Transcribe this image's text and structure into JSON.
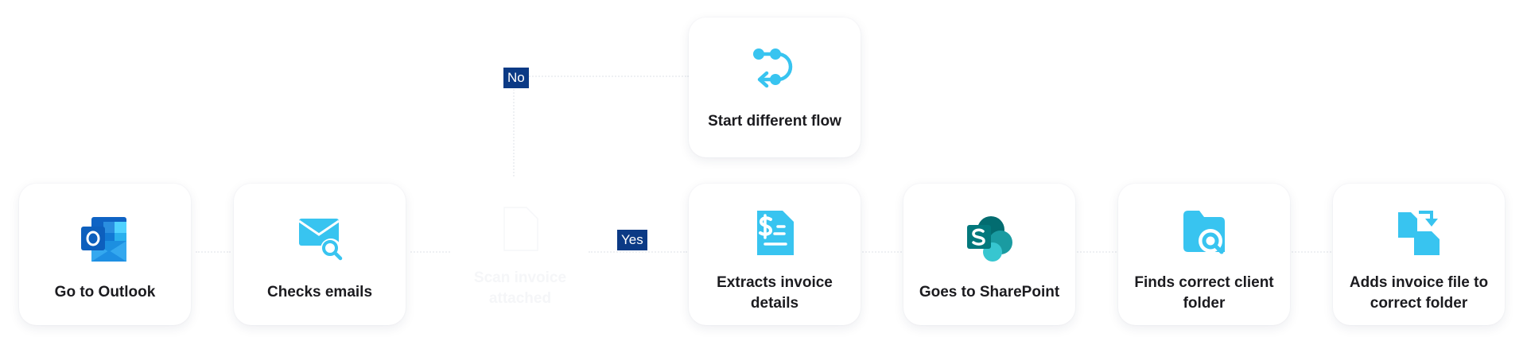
{
  "diagram": {
    "nodes": [
      {
        "id": "outlook",
        "label": "Go to Outlook",
        "icon": "outlook-icon"
      },
      {
        "id": "checks",
        "label": "Checks emails",
        "icon": "mail-search-icon"
      },
      {
        "id": "decision",
        "label": "Scan invoice attached",
        "icon": "invoice-document-icon"
      },
      {
        "id": "start-flow",
        "label": "Start different flow",
        "icon": "flow-redirect-icon"
      },
      {
        "id": "extract",
        "label": "Extracts invoice details",
        "icon": "invoice-dollar-icon"
      },
      {
        "id": "sharepoint",
        "label": "Goes to SharePoint",
        "icon": "sharepoint-icon"
      },
      {
        "id": "find-folder",
        "label": "Finds correct client folder",
        "icon": "folder-search-icon"
      },
      {
        "id": "add-file",
        "label": "Adds invoice file to correct folder",
        "icon": "file-move-icon"
      }
    ],
    "branches": {
      "no_label": "No",
      "yes_label": "Yes"
    },
    "colors": {
      "accent": "#38c4f0",
      "tag_bg": "#0b3a85",
      "text": "#1b1b1f"
    }
  }
}
